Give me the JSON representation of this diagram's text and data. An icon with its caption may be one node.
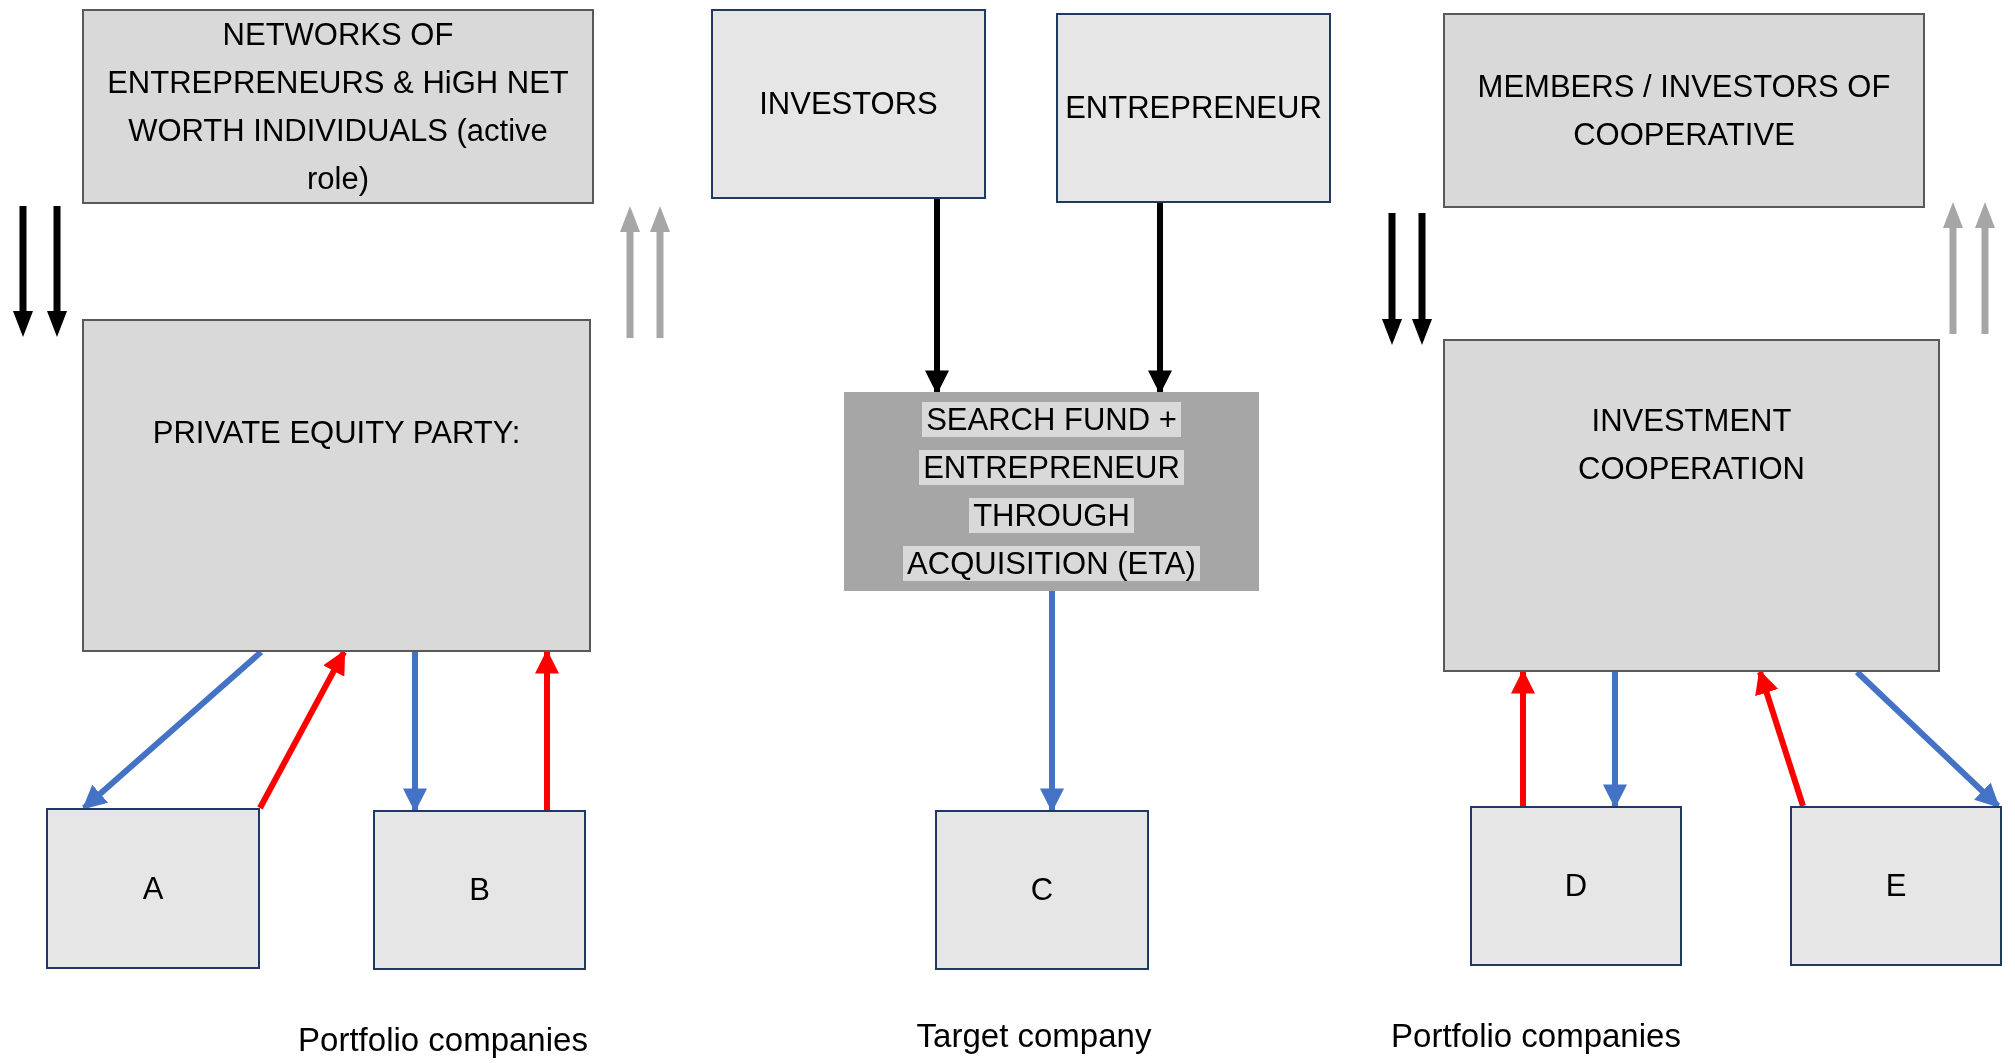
{
  "diagram": {
    "nodes": [
      {
        "text": [
          "NETWORKS OF ENTREPRENEURS & HiGH NET WORTH INDIVIDUALS (active role)"
        ]
      },
      {
        "text": [
          "INVESTORS"
        ]
      },
      {
        "text": [
          "ENTREPRENEUR"
        ]
      },
      {
        "text": [
          "MEMBERS / INVESTORS OF COOPERATIVE"
        ]
      },
      {
        "text": [
          "PRIVATE EQUITY PARTY:"
        ]
      },
      {
        "text": [
          "SEARCH FUND + ENTREPRENEUR THROUGH ACQUISITION (ETA)"
        ]
      },
      {
        "text": [
          "INVESTMENT COOPERATION"
        ]
      },
      {
        "text": [
          "A"
        ]
      },
      {
        "text": [
          "B"
        ]
      },
      {
        "text": [
          "C"
        ]
      },
      {
        "text": [
          "D"
        ]
      },
      {
        "text": [
          "E"
        ]
      }
    ],
    "edges": [
      {
        "from": 1,
        "to": 5,
        "arrow": "to",
        "color": "#000000"
      },
      {
        "from": 2,
        "to": 5,
        "arrow": "to",
        "color": "#000000"
      },
      {
        "from": 5,
        "to": 9,
        "arrow": "to",
        "color": "#4472c4"
      },
      {
        "from": 4,
        "to": 7,
        "arrow": "to",
        "color": "#4472c4"
      },
      {
        "from": 7,
        "to": 4,
        "arrow": "to",
        "color": "#ff0000"
      },
      {
        "from": 4,
        "to": 8,
        "arrow": "to",
        "color": "#4472c4"
      },
      {
        "from": 8,
        "to": 4,
        "arrow": "to",
        "color": "#ff0000"
      },
      {
        "from": 10,
        "to": 6,
        "arrow": "to",
        "color": "#ff0000"
      },
      {
        "from": 6,
        "to": 10,
        "arrow": "to",
        "color": "#4472c4"
      },
      {
        "from": 11,
        "to": 6,
        "arrow": "to",
        "color": "#ff0000"
      },
      {
        "from": 6,
        "to": 11,
        "arrow": "to",
        "color": "#4472c4"
      }
    ],
    "labels": [
      "Portfolio companies",
      "Target company",
      "Portfolio companies"
    ]
  }
}
